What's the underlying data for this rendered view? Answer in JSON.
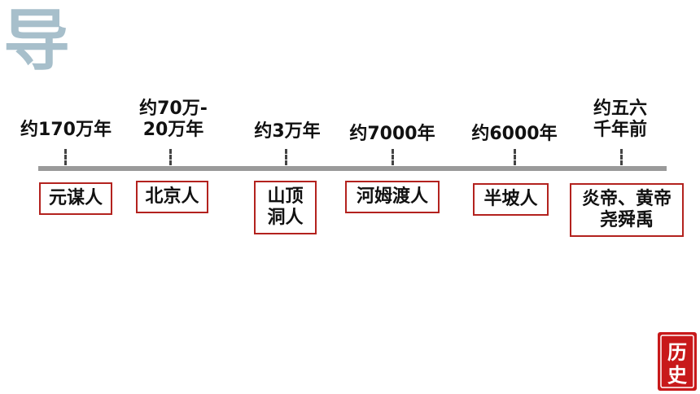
{
  "header": {
    "title": "导"
  },
  "timeline": {
    "points": [
      {
        "time": [
          "约170万年"
        ],
        "node": [
          "元谋人"
        ]
      },
      {
        "time": [
          "约70万-",
          "20万年"
        ],
        "node": [
          "北京人"
        ]
      },
      {
        "time": [
          "约3万年"
        ],
        "node": [
          "山顶",
          "洞人"
        ]
      },
      {
        "time": [
          "约7000年"
        ],
        "node": [
          "河姆渡人"
        ]
      },
      {
        "time": [
          "约6000年"
        ],
        "node": [
          "半坡人"
        ]
      },
      {
        "time": [
          "约五六",
          "千年前"
        ],
        "node": [
          "炎帝、黄帝",
          "尧舜禹"
        ]
      }
    ]
  },
  "badge": {
    "text": [
      "历",
      "史"
    ]
  },
  "colors": {
    "title": "#a7bfcb",
    "axis": "#9a9a9a",
    "node_border": "#b3221e",
    "stamp": "#c8191a"
  }
}
